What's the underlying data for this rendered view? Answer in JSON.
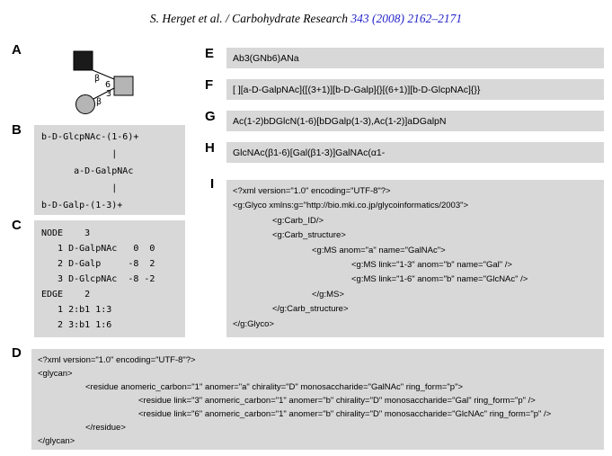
{
  "header": {
    "citation_plain": "S. Herget et al. / Carbohydrate Research ",
    "citation_link": "343 (2008) 2162–2171"
  },
  "colors": {
    "box_bg": "#d8d8d8",
    "link_blue": "#2323cc",
    "shape_gray": "#b5b5b5",
    "shape_black": "#1a1a1a"
  },
  "panels": {
    "a": {
      "label": "A",
      "diagram": {
        "shapes": [
          "filled-square",
          "shaded-square",
          "shaded-circle"
        ],
        "anomer_top": "β",
        "position_top": "6",
        "anomer_bottom": "β",
        "position_bottom": "3"
      }
    },
    "b": {
      "label": "B",
      "lines": [
        "b-D-GlcpNAc-(1-6)+",
        "             |",
        "      a-D-GalpNAc",
        "             |",
        "b-D-Galp-(1-3)+"
      ]
    },
    "c": {
      "label": "C",
      "lines": [
        "NODE    3",
        "   1 D-GalpNAc   0  0",
        "   2 D-Galp     -8  2",
        "   3 D-GlcpNAc  -8 -2",
        "EDGE    2",
        "   1 2:b1 1:3",
        "   2 3:b1 1:6"
      ]
    },
    "d": {
      "label": "D",
      "lines": [
        "<?xml version=\"1.0\" encoding=\"UTF-8\"?>",
        "<glycan>",
        "<residue anomeric_carbon=\"1\" anomer=\"a\" chirality=\"D\" monosaccharide=\"GalNAc\" ring_form=\"p\">",
        "<residue link=\"3\" anomeric_carbon=\"1\" anomer=\"b\" chirality=\"D\" monosaccharide=\"Gal\" ring_form=\"p\" />",
        "<residue link=\"6\" anomeric_carbon=\"1\" anomer=\"b\" chirality=\"D\" monosaccharide=\"GlcNAc\" ring_form=\"p\" />",
        "</residue>",
        "</glycan>"
      ]
    },
    "e": {
      "label": "E",
      "text": "Ab3(GNb6)ANa"
    },
    "f": {
      "label": "F",
      "text": "[ ][a-D-GalpNAc]{[(3+1)][b-D-Galp]{}[(6+1)][b-D-GlcpNAc]{}}"
    },
    "g": {
      "label": "G",
      "text": "Ac(1-2)bDGlcN(1-6)[bDGalp(1-3),Ac(1-2)]aDGalpN"
    },
    "h": {
      "label": "H",
      "text": "GlcNAc(β1-6)[Gal(β1-3)]GalNAc(α1-"
    },
    "i": {
      "label": "I",
      "lines": [
        "<?xml version=\"1.0\" encoding=\"UTF-8\"?>",
        "<g:Glyco xmlns:g=\"http://bio.mki.co.jp/glycoinformatics/2003\">",
        "<g:Carb_ID/>",
        "<g:Carb_structure>",
        "<g:MS anom=\"a\" name=\"GalNAc\">",
        "<g:MS link=\"1-3\" anom=\"b\" name=\"Gal\" />",
        "<g:MS link=\"1-6\" anom=\"b\" name=\"GlcNAc\" />",
        "</g:MS>",
        "</g:Carb_structure>",
        "</g:Glyco>"
      ]
    }
  }
}
